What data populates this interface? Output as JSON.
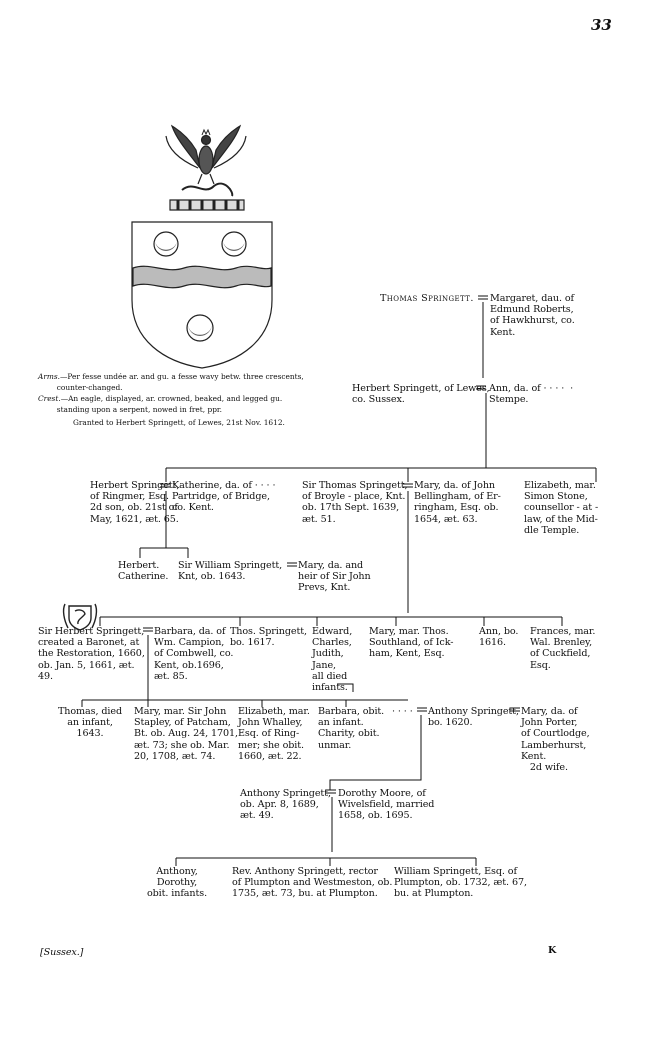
{
  "page": {
    "number": "33",
    "footer_left": "[Sussex.]",
    "footer_right": "K"
  },
  "heraldry": {
    "arms_label": "Arms.",
    "arms_text": "—Per fesse undée ar. and gu. a fesse wavy betw. three crescents,\n        counter-changed.",
    "crest_label": "Crest.",
    "crest_text": "—An eagle, displayed, ar. crowned, beaked, and legged gu.\n        standing upon a serpent, nowed in fret, ppr.",
    "grant_text": "Granted to Herbert Springett, of Lewes, 21st Nov. 1612."
  },
  "tree": {
    "thomas": "Thomas Springett.",
    "margaret": "Margaret, dau. of\nEdmund Roberts,\nof Hawkhurst, co.\nKent.",
    "herbert_lewes": "Herbert Springett, of Lewes,\nco. Sussex.",
    "ann_stempe": "Ann, da. of · · · ·  ·\nStempe.",
    "herbert_ringmer": "Herbert Springett,\nof Ringmer, Esq.\n2d son, ob. 21st of\nMay, 1621, æt. 65.",
    "katherine": "Katherine, da. of · · · ·\nPartridge, of Bridge,\nco. Kent.",
    "sir_thomas": "Sir Thomas Springett,\nof Broyle - place, Knt.\nob. 17th Sept. 1639,\næt. 51.",
    "mary_bellingham": "Mary, da. of John\nBellingham, of Er-\nringham, Esq. ob.\n1654, æt. 63.",
    "elizabeth_stone": "Elizabeth, mar.\nSimon Stone,\ncounsellor - at -\nlaw, of the Mid-\ndle Temple.",
    "herbert_catherine": "Herbert.\nCatherine.",
    "sir_william": "Sir William Springett,\nKnt, ob. 1643.",
    "mary_prevs": "Mary, da. and\nheir of Sir John\nPrevs, Knt.",
    "sir_herbert": "Sir Herbert Springett,\ncreated a Baronet, at\nthe Restoration, 1660,\nob. Jan. 5, 1661, æt.\n49.",
    "barbara_campion": "Barbara, da. of\nWm. Campion,\nof Combwell, co.\nKent, ob.1696,\næt. 85.",
    "thos_springett": "Thos. Springett,\nbo. 1617.",
    "edward_group": "Edward,\nCharles,\nJudith,\nJane,\nall died\ninfants.",
    "mary_southland": "Mary, mar. Thos.\nSouthland, of Ick-\nham, Kent, Esq.",
    "ann_1616": "Ann, bo.\n1616.",
    "frances": "Frances, mar.\nWal. Brenley,\nof Cuckfield,\nEsq.",
    "thomas_infant": "Thomas, died\nan infant,\n1643.",
    "mary_stapley": "Mary, mar. Sir John\nStapley, of Patcham,\nBt. ob. Aug. 24, 1701,\næt. 73; she ob. Mar.\n20, 1708, æt. 74.",
    "elizabeth_whalley": "Elizabeth, mar.\nJohn Whalley,\nEsq. of Ring-\nmer; she obit.\n1660, æt. 22.",
    "barbara_infant": "Barbara, obit.\nan infant.\nCharity, obit.\nunmar.",
    "dots": "· · · ·",
    "anthony_1620": "Anthony Springett,\nbo. 1620.",
    "mary_porter": "Mary, da. of\nJohn Porter,\nof Courtlodge,\nLamberhurst,\nKent.\n   2d wife.",
    "anthony_1689": "Anthony Springett,\nob. Apr. 8, 1689,\næt. 49.",
    "dorothy_moore": "Dorothy Moore, of\nWivelsfield, married\n1658, ob. 1695.",
    "anthony_dorothy": "Anthony,\nDorothy,\nobit. infants.",
    "rev_anthony": "Rev. Anthony Springett, rector\nof Plumpton and Westmeston, ob.\n1735, æt. 73, bu. at Plumpton.",
    "william_1732": "William Springett, Esq. of\nPlumpton, ob. 1732, æt. 67,\nbu. at Plumpton."
  }
}
